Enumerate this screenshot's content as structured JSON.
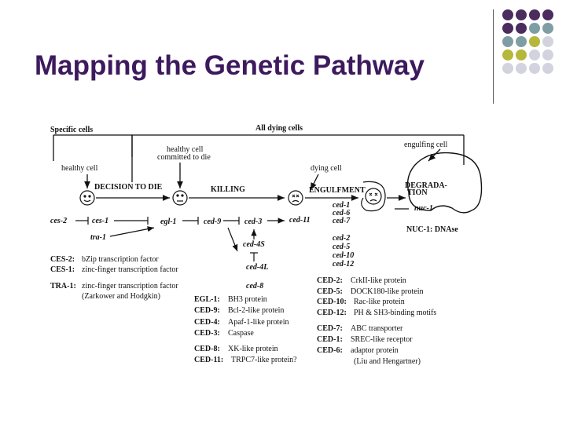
{
  "slide": {
    "title": "Mapping the Genetic Pathway"
  },
  "decoration": {
    "dot_colors": [
      "#4b2c5e",
      "#7e9ea4",
      "#b5b83a",
      "#d3d3e0"
    ]
  },
  "diagram": {
    "header": {
      "specific_cells": "Specific cells",
      "all_dying_cells": "All dying cells"
    },
    "states": {
      "healthy_cell_left": "healthy cell",
      "healthy_committed_1": "healthy cell",
      "healthy_committed_2": "committed to die",
      "dying_cell": "dying cell",
      "engulfing_cell": "engulfing cell"
    },
    "stages": {
      "decision": "DECISION TO DIE",
      "killing": "KILLING",
      "engulfment": "ENGULFMENT",
      "degradation_1": "DEGRADA-",
      "degradation_2": "TION"
    },
    "genes": {
      "ces2": "ces-2",
      "ces1": "ces-1",
      "tra1": "tra-1",
      "egl1": "egl-1",
      "ced9": "ced-9",
      "ced3": "ced-3",
      "ced11": "ced-11",
      "ced4S": "ced-4S",
      "ced4L": "ced-4L",
      "ced8": "ced-8",
      "nuc1": "nuc-1",
      "eng_group1": [
        "ced-1",
        "ced-6",
        "ced-7"
      ],
      "eng_group2": [
        "ced-2",
        "ced-5",
        "ced-10",
        "ced-12"
      ]
    },
    "nuc1_desc": "NUC-1: DNAse",
    "left_legend": [
      {
        "k": "CES-2:",
        "v": "bZip transcription factor"
      },
      {
        "k": "CES-1:",
        "v": "zinc-finger transcription factor"
      },
      {
        "k": "TRA-1:",
        "v": "zinc-finger transcription factor"
      }
    ],
    "left_citation": "(Zarkower and Hodgkin)",
    "middle_legend": [
      {
        "k": "EGL-1:",
        "v": "BH3 protein"
      },
      {
        "k": "CED-9:",
        "v": "Bcl-2-like protein"
      },
      {
        "k": "CED-4:",
        "v": "Apaf-1-like protein"
      },
      {
        "k": "CED-3:",
        "v": "Caspase"
      },
      {
        "k": "CED-8:",
        "v": "XK-like protein"
      },
      {
        "k": "CED-11:",
        "v": "TRPC7-like protein?"
      }
    ],
    "right_legend_a": [
      {
        "k": "CED-2:",
        "v": "CrkII-like protein"
      },
      {
        "k": "CED-5:",
        "v": "DOCK180-like protein"
      },
      {
        "k": "CED-10:",
        "v": "Rac-like protein"
      },
      {
        "k": "CED-12:",
        "v": "PH & SH3-binding motifs"
      }
    ],
    "right_legend_b": [
      {
        "k": "CED-7:",
        "v": "ABC transporter"
      },
      {
        "k": "CED-1:",
        "v": "SREC-like receptor"
      },
      {
        "k": "CED-6:",
        "v": "adaptor protein"
      }
    ],
    "right_citation": "(Liu and Hengartner)"
  }
}
